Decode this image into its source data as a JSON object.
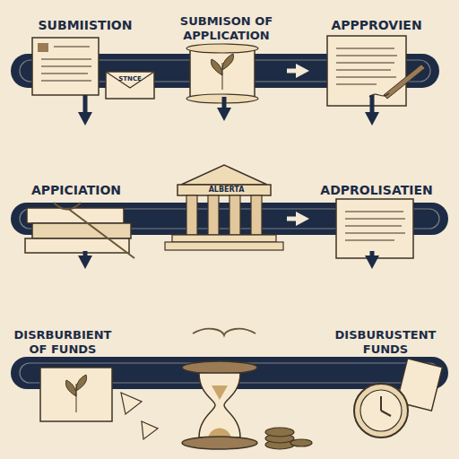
{
  "diagram": {
    "nodes": [
      {
        "text": [
          "SUBMIISTION"
        ]
      },
      {
        "text": [
          "SUBMISON OF APPLICATION"
        ]
      },
      {
        "text": [
          "APPPROVIEN"
        ]
      },
      {
        "text": [
          "APPICIATION"
        ]
      },
      {
        "text": [
          "ALBERTA"
        ]
      },
      {
        "text": [
          "ADPROLISATIEN"
        ]
      },
      {
        "text": [
          "DISRBURBIENT OF FUNDS"
        ]
      },
      {
        "text": [
          "DISBURUSTENT FUNDS"
        ]
      }
    ],
    "edges": [
      {
        "from": 1,
        "to": 2,
        "arrow": "to"
      },
      {
        "from": 0,
        "to": 3,
        "arrow": "to"
      },
      {
        "from": 1,
        "to": 4,
        "arrow": "to"
      },
      {
        "from": 2,
        "to": 5,
        "arrow": "to"
      },
      {
        "from": 4,
        "to": 5,
        "arrow": "to"
      },
      {
        "from": 3,
        "to": 6,
        "arrow": "to"
      },
      {
        "from": 5,
        "to": 7,
        "arrow": "to"
      }
    ],
    "labels": [
      "STNCE"
    ]
  }
}
